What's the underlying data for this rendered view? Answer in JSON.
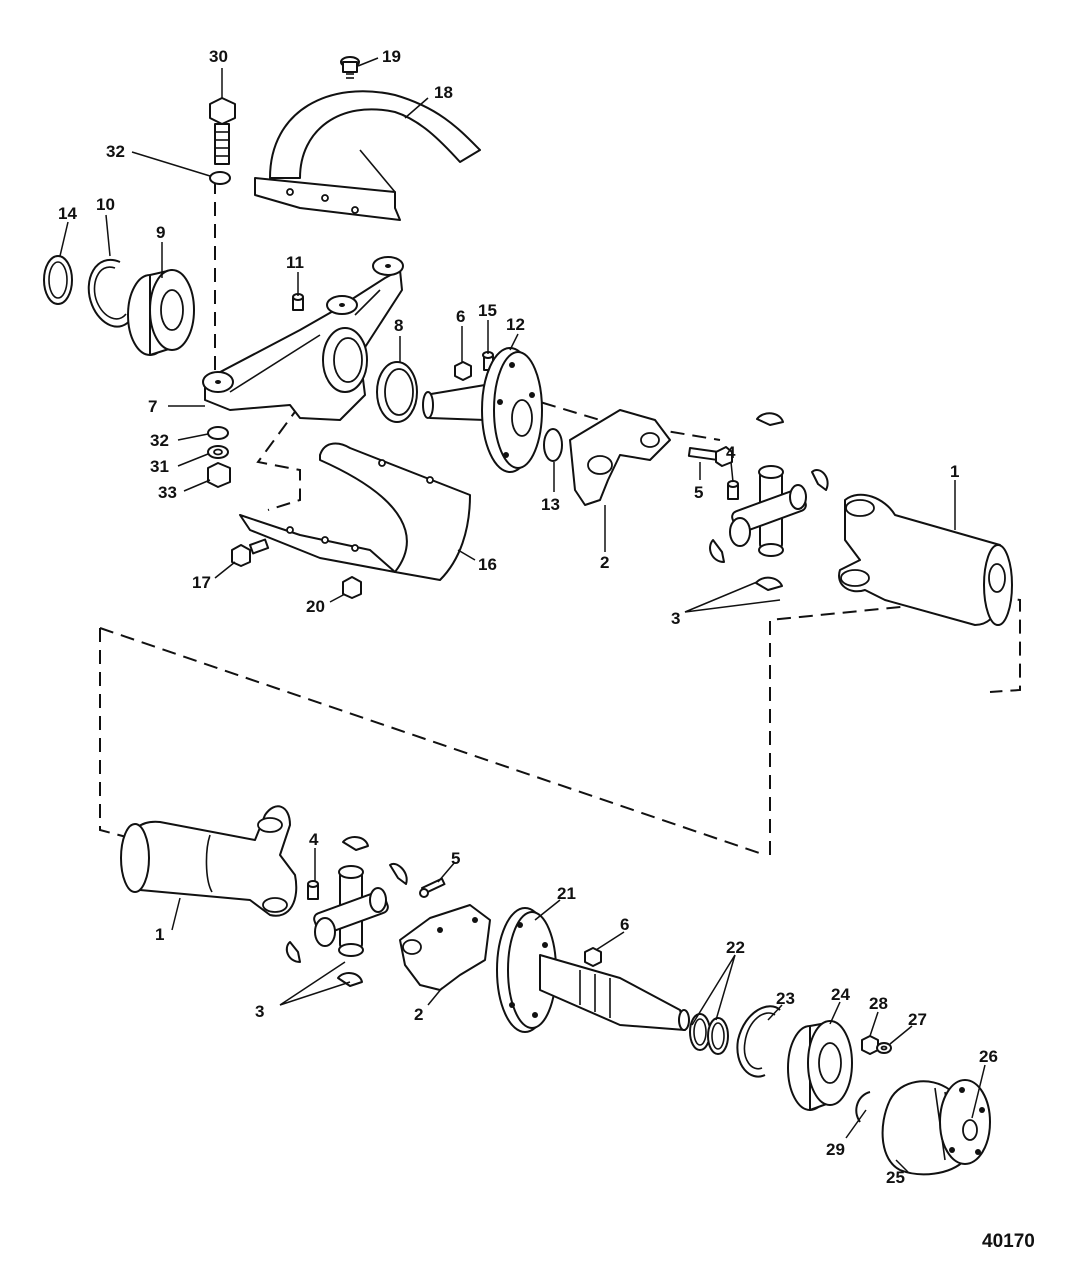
{
  "figure_number": "40170",
  "callouts": {
    "c30": "30",
    "c19": "19",
    "c18": "18",
    "c32a": "32",
    "c14": "14",
    "c10": "10",
    "c9": "9",
    "c11": "11",
    "c8": "8",
    "c6a": "6",
    "c15": "15",
    "c12": "12",
    "c7": "7",
    "c32b": "32",
    "c31": "31",
    "c33": "33",
    "c4a": "4",
    "c13": "13",
    "c5a": "5",
    "c1a": "1",
    "c2a": "2",
    "c17": "17",
    "c16": "16",
    "c20": "20",
    "c3a": "3",
    "c4b": "4",
    "c5b": "5",
    "c21": "21",
    "c6b": "6",
    "c1b": "1",
    "c22": "22",
    "c23": "23",
    "c24": "24",
    "c28": "28",
    "c27": "27",
    "c26": "26",
    "c3b": "3",
    "c2b": "2",
    "c29": "29",
    "c25": "25"
  }
}
